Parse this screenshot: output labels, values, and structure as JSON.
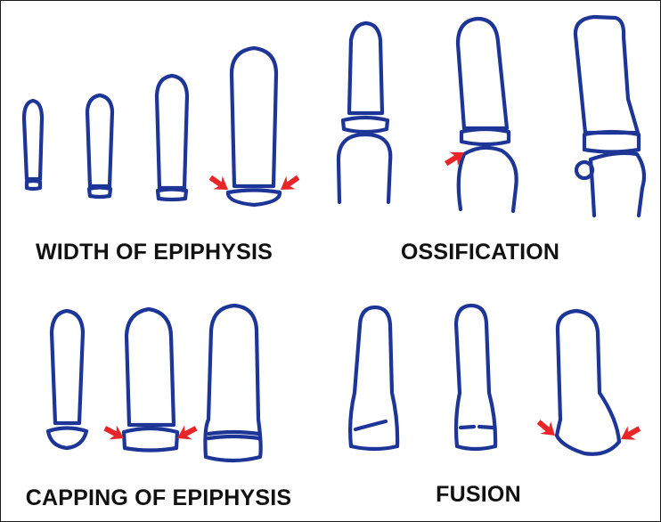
{
  "colors": {
    "outline": "#1d3596",
    "arrow": "#e8262a",
    "text": "#111111",
    "background": "#ffffff"
  },
  "panels": {
    "width_of_epiphysis": {
      "label": "WIDTH OF EPIPHYSIS"
    },
    "ossification": {
      "label": "OSSIFICATION"
    },
    "capping_of_epiphysis": {
      "label": "CAPPING OF EPIPHYSIS"
    },
    "fusion": {
      "label": "FUSION"
    }
  }
}
